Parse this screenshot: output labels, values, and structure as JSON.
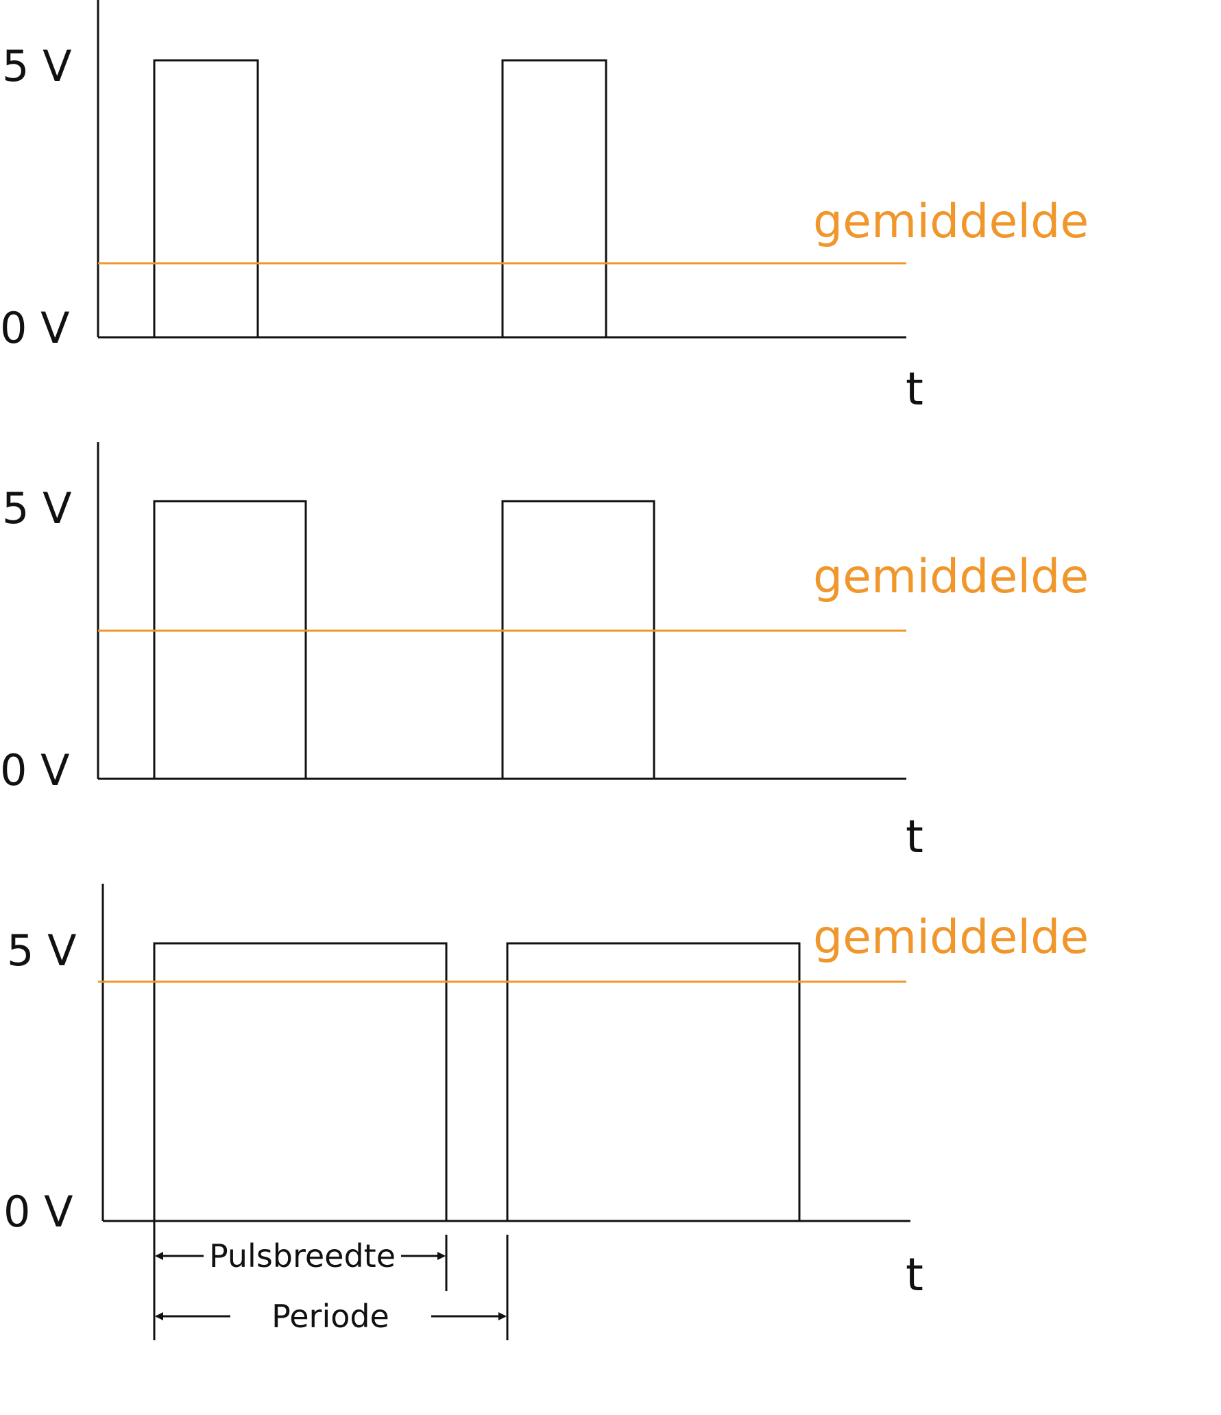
{
  "colors": {
    "signal": "#111111",
    "average": "#f0962b",
    "background": "#ffffff"
  },
  "labels": {
    "high": "5 V",
    "low": "0 V",
    "time": "t",
    "average": "gemiddelde",
    "pulse_width": "Pulsbreedte",
    "period": "Periode"
  },
  "waveforms": [
    {
      "duty_cycle": 0.3,
      "average_fraction": 0.27
    },
    {
      "duty_cycle": 0.435,
      "average_fraction": 0.53
    },
    {
      "duty_cycle": 0.83,
      "average_fraction": 0.86
    }
  ]
}
